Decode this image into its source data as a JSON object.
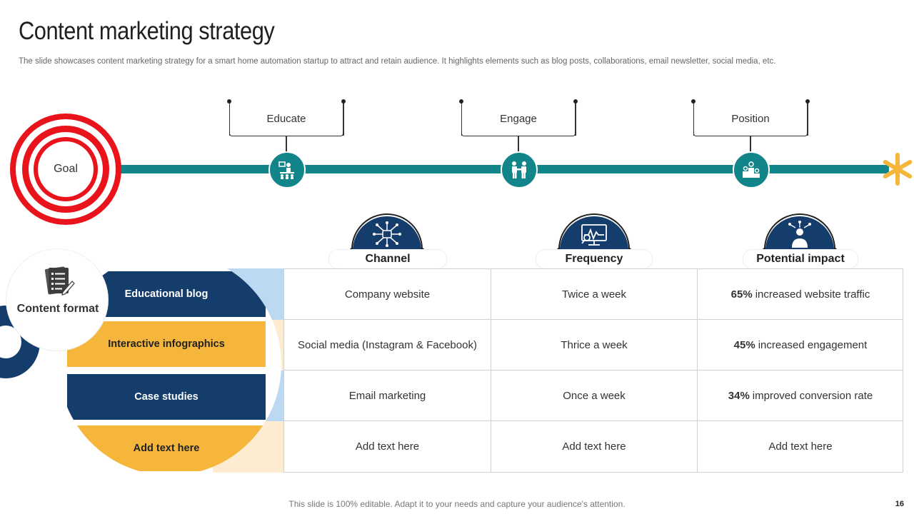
{
  "header": {
    "title": "Content marketing strategy",
    "subtitle": "The slide showcases content marketing strategy for a smart home automation startup to attract and retain audience. It highlights elements such as blog posts, collaborations, email newsletter, social media, etc."
  },
  "timeline": {
    "goal_label": "Goal",
    "stages": [
      {
        "label": "Educate",
        "icon": "presentation-icon"
      },
      {
        "label": "Engage",
        "icon": "handshake-icon"
      },
      {
        "label": "Position",
        "icon": "podium-icon"
      }
    ],
    "end_icon": "asterisk-icon"
  },
  "table": {
    "columns": [
      {
        "label": "Channel",
        "icon": "network-icon"
      },
      {
        "label": "Frequency",
        "icon": "monitor-analytics-icon"
      },
      {
        "label": "Potential impact",
        "icon": "business-person-icon"
      }
    ],
    "format_title": "Content format",
    "formats": [
      "Educational blog",
      "Interactive infographics",
      "Case studies",
      "Add  text here"
    ],
    "rows": [
      {
        "channel": "Company website",
        "frequency": "Twice a week",
        "impact_pct": "65%",
        "impact_text": "increased website traffic"
      },
      {
        "channel": "Social media (Instagram & Facebook)",
        "frequency": "Thrice a week",
        "impact_pct": "45%",
        "impact_text": "increased engagement"
      },
      {
        "channel": "Email marketing",
        "frequency": "Once a week",
        "impact_pct": "34%",
        "impact_text": "improved conversion rate"
      },
      {
        "channel": "Add text here",
        "frequency": "Add text here",
        "impact_pct": "",
        "impact_text": "Add text here"
      }
    ]
  },
  "footer": {
    "note": "This slide is 100% editable. Adapt it to your needs and capture your audience's attention.",
    "page_number": "16"
  },
  "colors": {
    "teal": "#12858a",
    "navy": "#143d6b",
    "yellow": "#f6b63b",
    "red": "#e8131b",
    "light_blue": "#bcd8f2",
    "light_cream": "#fdecd2"
  }
}
